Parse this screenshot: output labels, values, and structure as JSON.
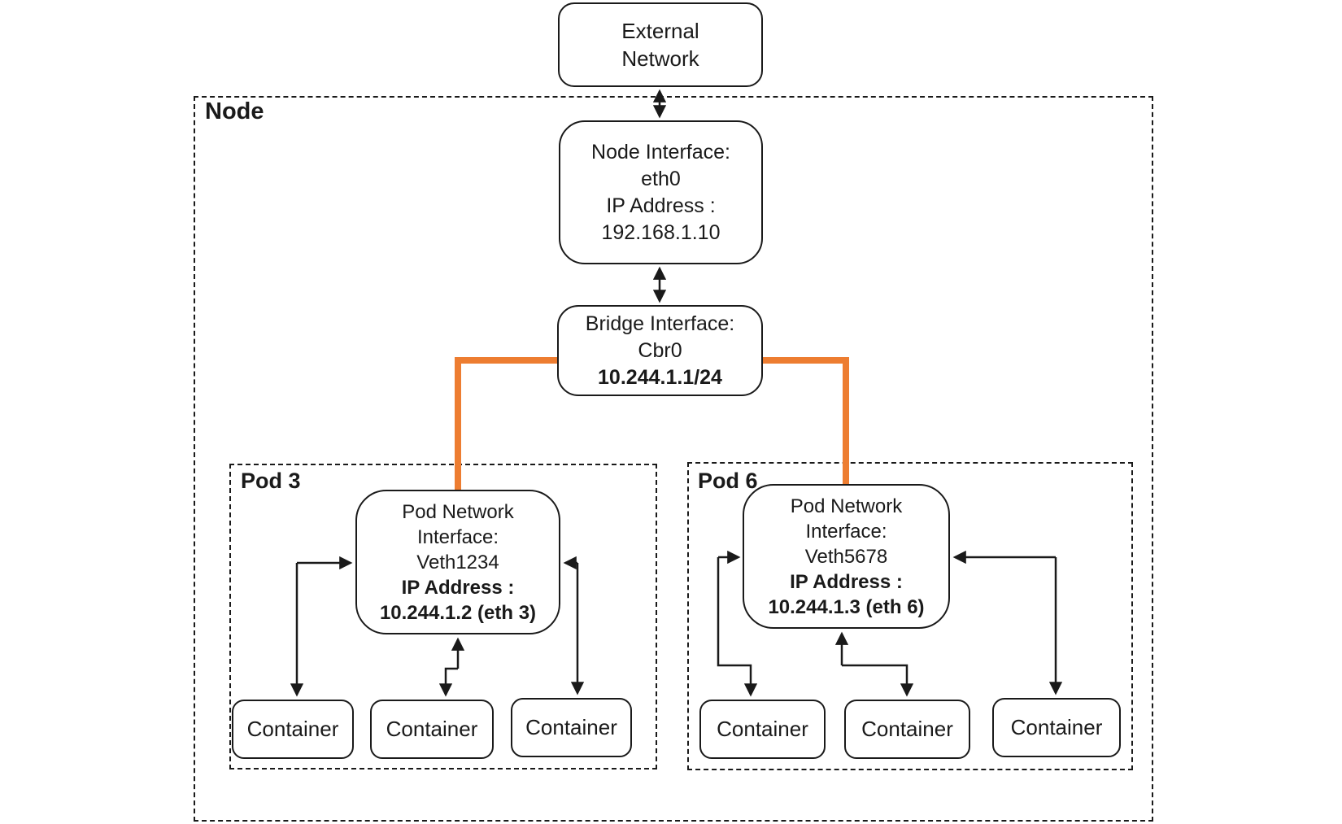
{
  "diagram_title": "Node / Pod network diagram",
  "colors": {
    "line": "#1a1a1a",
    "connector_orange": "#ED7D31",
    "background": "#ffffff"
  },
  "external_network": {
    "line1": "External",
    "line2": "Network"
  },
  "node": {
    "label": "Node",
    "interface": {
      "line1": "Node Interface:",
      "line2": "eth0",
      "line3": "IP Address :",
      "line4": "192.168.1.10"
    },
    "bridge": {
      "line1": "Bridge Interface:",
      "line2": "Cbr0",
      "line3": "10.244.1.1/24"
    }
  },
  "pod3": {
    "label": "Pod 3",
    "interface": {
      "line1": "Pod Network",
      "line2": "Interface:",
      "line3": "Veth1234",
      "line4": "IP Address :",
      "line5": "10.244.1.2 (eth 3)"
    },
    "containers": [
      "Container",
      "Container",
      "Container"
    ]
  },
  "pod6": {
    "label": "Pod 6",
    "interface": {
      "line1": "Pod Network",
      "line2": "Interface:",
      "line3": "Veth5678",
      "line4": "IP Address :",
      "line5": "10.244.1.3 (eth 6)"
    },
    "containers": [
      "Container",
      "Container",
      "Container"
    ]
  }
}
